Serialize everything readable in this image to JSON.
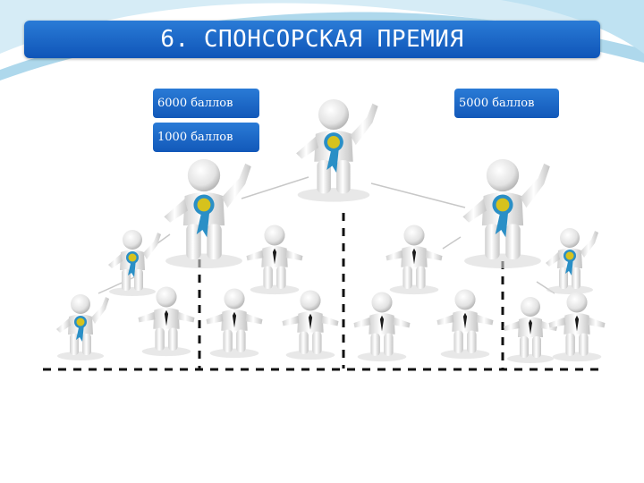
{
  "title": "6. СПОНСОРСКАЯ ПРЕМИЯ",
  "labels": {
    "points_top_left": "6000 баллов",
    "points_second_left": "1000 баллов",
    "points_top_right": "5000 баллов"
  },
  "colors": {
    "title_bar": "#1565c8",
    "label_box": "#1a62c2",
    "ribbon": "#2a8fc6",
    "rosette": "#d6c21d",
    "tie": "#1b1b1b"
  }
}
